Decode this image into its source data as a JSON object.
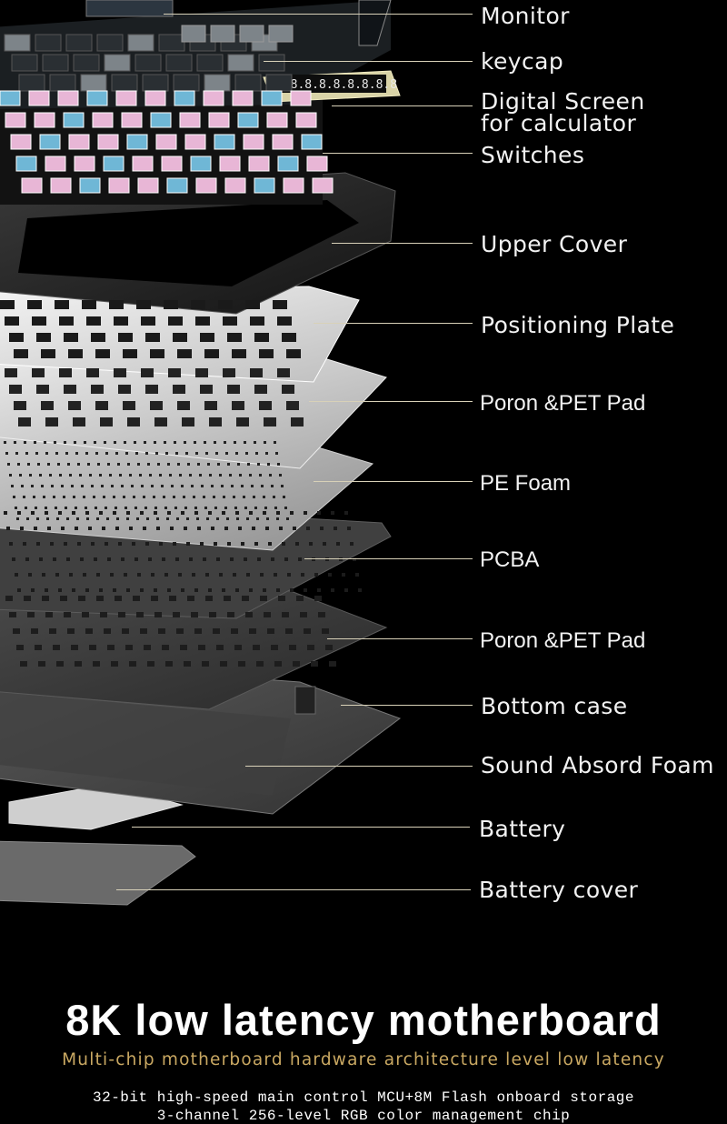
{
  "callouts": [
    {
      "id": "monitor",
      "label": "Monitor"
    },
    {
      "id": "keycap",
      "label": "keycap"
    },
    {
      "id": "digital-screen",
      "label": "Digital Screen\nfor calculator"
    },
    {
      "id": "switches",
      "label": "Switches"
    },
    {
      "id": "upper-cover",
      "label": "Upper Cover"
    },
    {
      "id": "positioning-plate",
      "label": "Positioning Plate"
    },
    {
      "id": "poron-pet-pad-top",
      "label": "Poron &PET Pad"
    },
    {
      "id": "pe-foam",
      "label": "PE Foam"
    },
    {
      "id": "pcba",
      "label": "PCBA"
    },
    {
      "id": "poron-pet-pad-bottom",
      "label": "Poron &PET Pad"
    },
    {
      "id": "bottom-case",
      "label": "Bottom case"
    },
    {
      "id": "sound-absorb-foam",
      "label": "Sound Absord Foam"
    },
    {
      "id": "battery",
      "label": "Battery"
    },
    {
      "id": "battery-cover",
      "label": "Battery cover"
    }
  ],
  "calculator_display": "8.8.8.8.8.8.8.8.8",
  "headline": "8K low latency motherboard",
  "subheadline": "Multi-chip motherboard hardware architecture level low latency",
  "specs": [
    "32-bit high-speed main control MCU+8M Flash onboard storage",
    "3-channel 256-level RGB color management chip"
  ],
  "colors": {
    "background": "#000000",
    "label_text": "#f2f2f2",
    "leader_line": "#d8d1b8",
    "subheadline": "#c9a862",
    "switch_pink": "#e8b6d6",
    "switch_blue": "#6fb7d6",
    "keycap_dark": "#2a2f33",
    "keycap_grey": "#7d8489",
    "keycap_legend_blue": "#37a7ff"
  }
}
